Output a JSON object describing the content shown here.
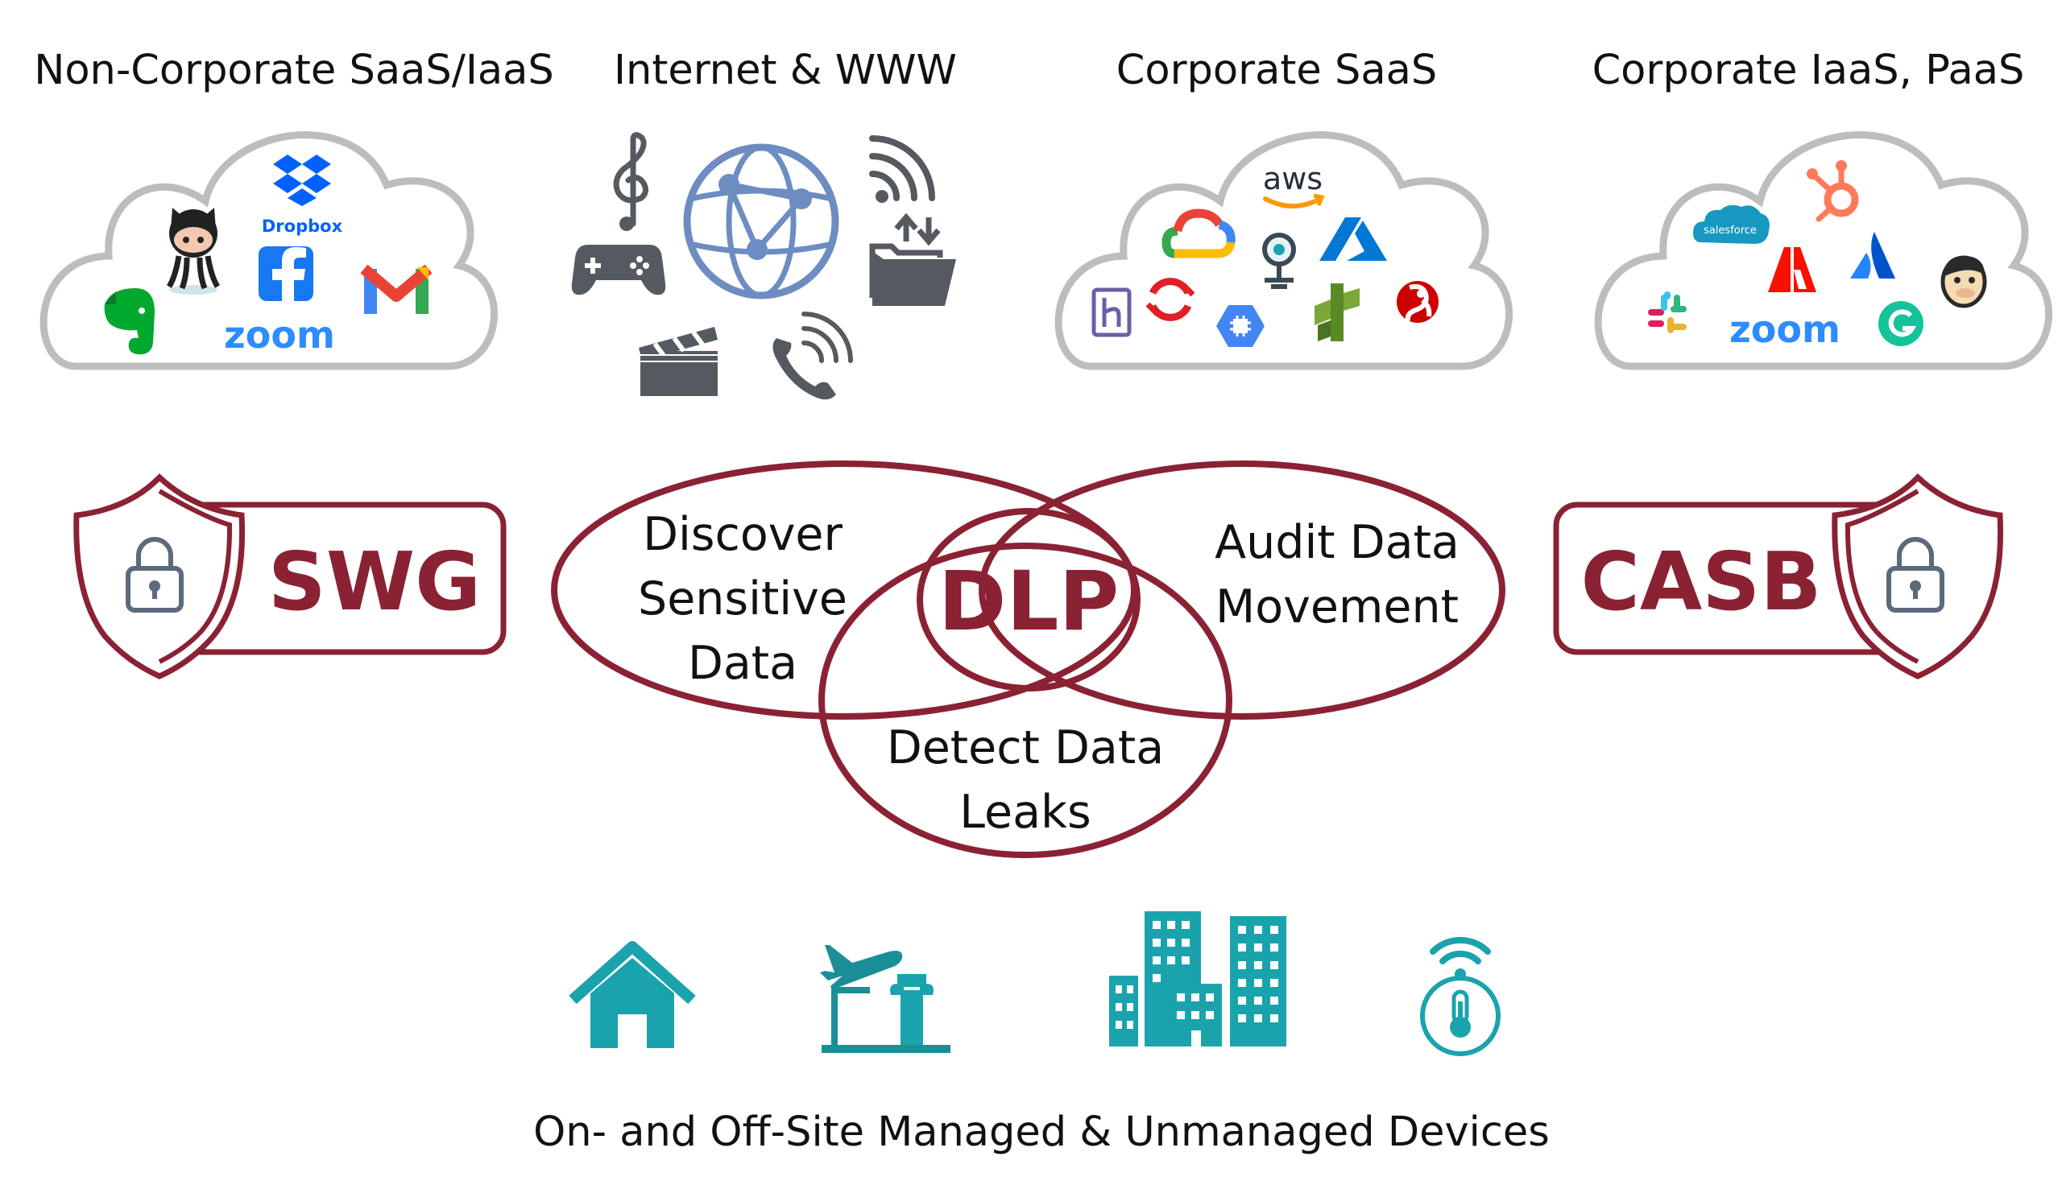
{
  "colors": {
    "maroon": "#8a2233",
    "teal": "#1aa3ad",
    "gray_icon": "#555a60",
    "globe": "#6d8dc2",
    "cloud_stroke": "#bdbdbd"
  },
  "clouds": [
    {
      "heading": "Non-Corporate SaaS/IaaS",
      "icons": [
        {
          "name": "dropbox-icon",
          "label": "Dropbox",
          "color": "#0061fe"
        },
        {
          "name": "github-octocat-icon",
          "color": "#222222"
        },
        {
          "name": "facebook-icon",
          "color": "#1877f2"
        },
        {
          "name": "gmail-icon",
          "color": "#ea4335"
        },
        {
          "name": "evernote-icon",
          "color": "#00a82d"
        },
        {
          "name": "zoom-logo",
          "label": "zoom",
          "color": "#2d8cff"
        }
      ]
    },
    {
      "heading": "Internet & WWW",
      "icons": [
        {
          "name": "music-note-icon"
        },
        {
          "name": "globe-network-icon"
        },
        {
          "name": "rss-feed-icon"
        },
        {
          "name": "gamepad-icon"
        },
        {
          "name": "folder-transfer-icon"
        },
        {
          "name": "clapperboard-icon"
        },
        {
          "name": "phone-call-icon"
        }
      ]
    },
    {
      "heading": "Corporate SaaS",
      "icons": [
        {
          "name": "aws-logo",
          "label": "aws",
          "color": "#232f3e"
        },
        {
          "name": "google-cloud-icon"
        },
        {
          "name": "location-pin-icon"
        },
        {
          "name": "azure-icon",
          "color": "#0078d4"
        },
        {
          "name": "heroku-icon",
          "color": "#6762a6"
        },
        {
          "name": "openshift-icon",
          "color": "#e01f27"
        },
        {
          "name": "gcp-compute-icon",
          "color": "#4285f4"
        },
        {
          "name": "aws-lambda-icon",
          "color": "#5a8a25"
        },
        {
          "name": "redhat-icon",
          "color": "#cc0000"
        }
      ]
    },
    {
      "heading": "Corporate IaaS, PaaS",
      "icons": [
        {
          "name": "salesforce-logo",
          "label": "salesforce",
          "color": "#1798c1"
        },
        {
          "name": "hubspot-icon",
          "color": "#ff7a59"
        },
        {
          "name": "adobe-icon",
          "color": "#fa0f00"
        },
        {
          "name": "atlassian-icon",
          "color": "#0052cc"
        },
        {
          "name": "mailchimp-icon"
        },
        {
          "name": "slack-icon"
        },
        {
          "name": "zoom-logo",
          "label": "zoom",
          "color": "#2d8cff"
        },
        {
          "name": "grammarly-icon",
          "color": "#15c39a"
        }
      ]
    }
  ],
  "swg": {
    "label": "SWG"
  },
  "casb": {
    "label": "CASB"
  },
  "venn": {
    "center_label": "DLP",
    "left": [
      "Discover",
      "Sensitive",
      "Data"
    ],
    "right": [
      "Audit Data",
      "Movement"
    ],
    "bottom": [
      "Detect Data",
      "Leaks"
    ]
  },
  "devices": {
    "icons": [
      "home-icon",
      "airport-icon",
      "office-buildings-icon",
      "iot-thermometer-icon"
    ],
    "caption": "On- and Off-Site Managed & Unmanaged Devices"
  }
}
